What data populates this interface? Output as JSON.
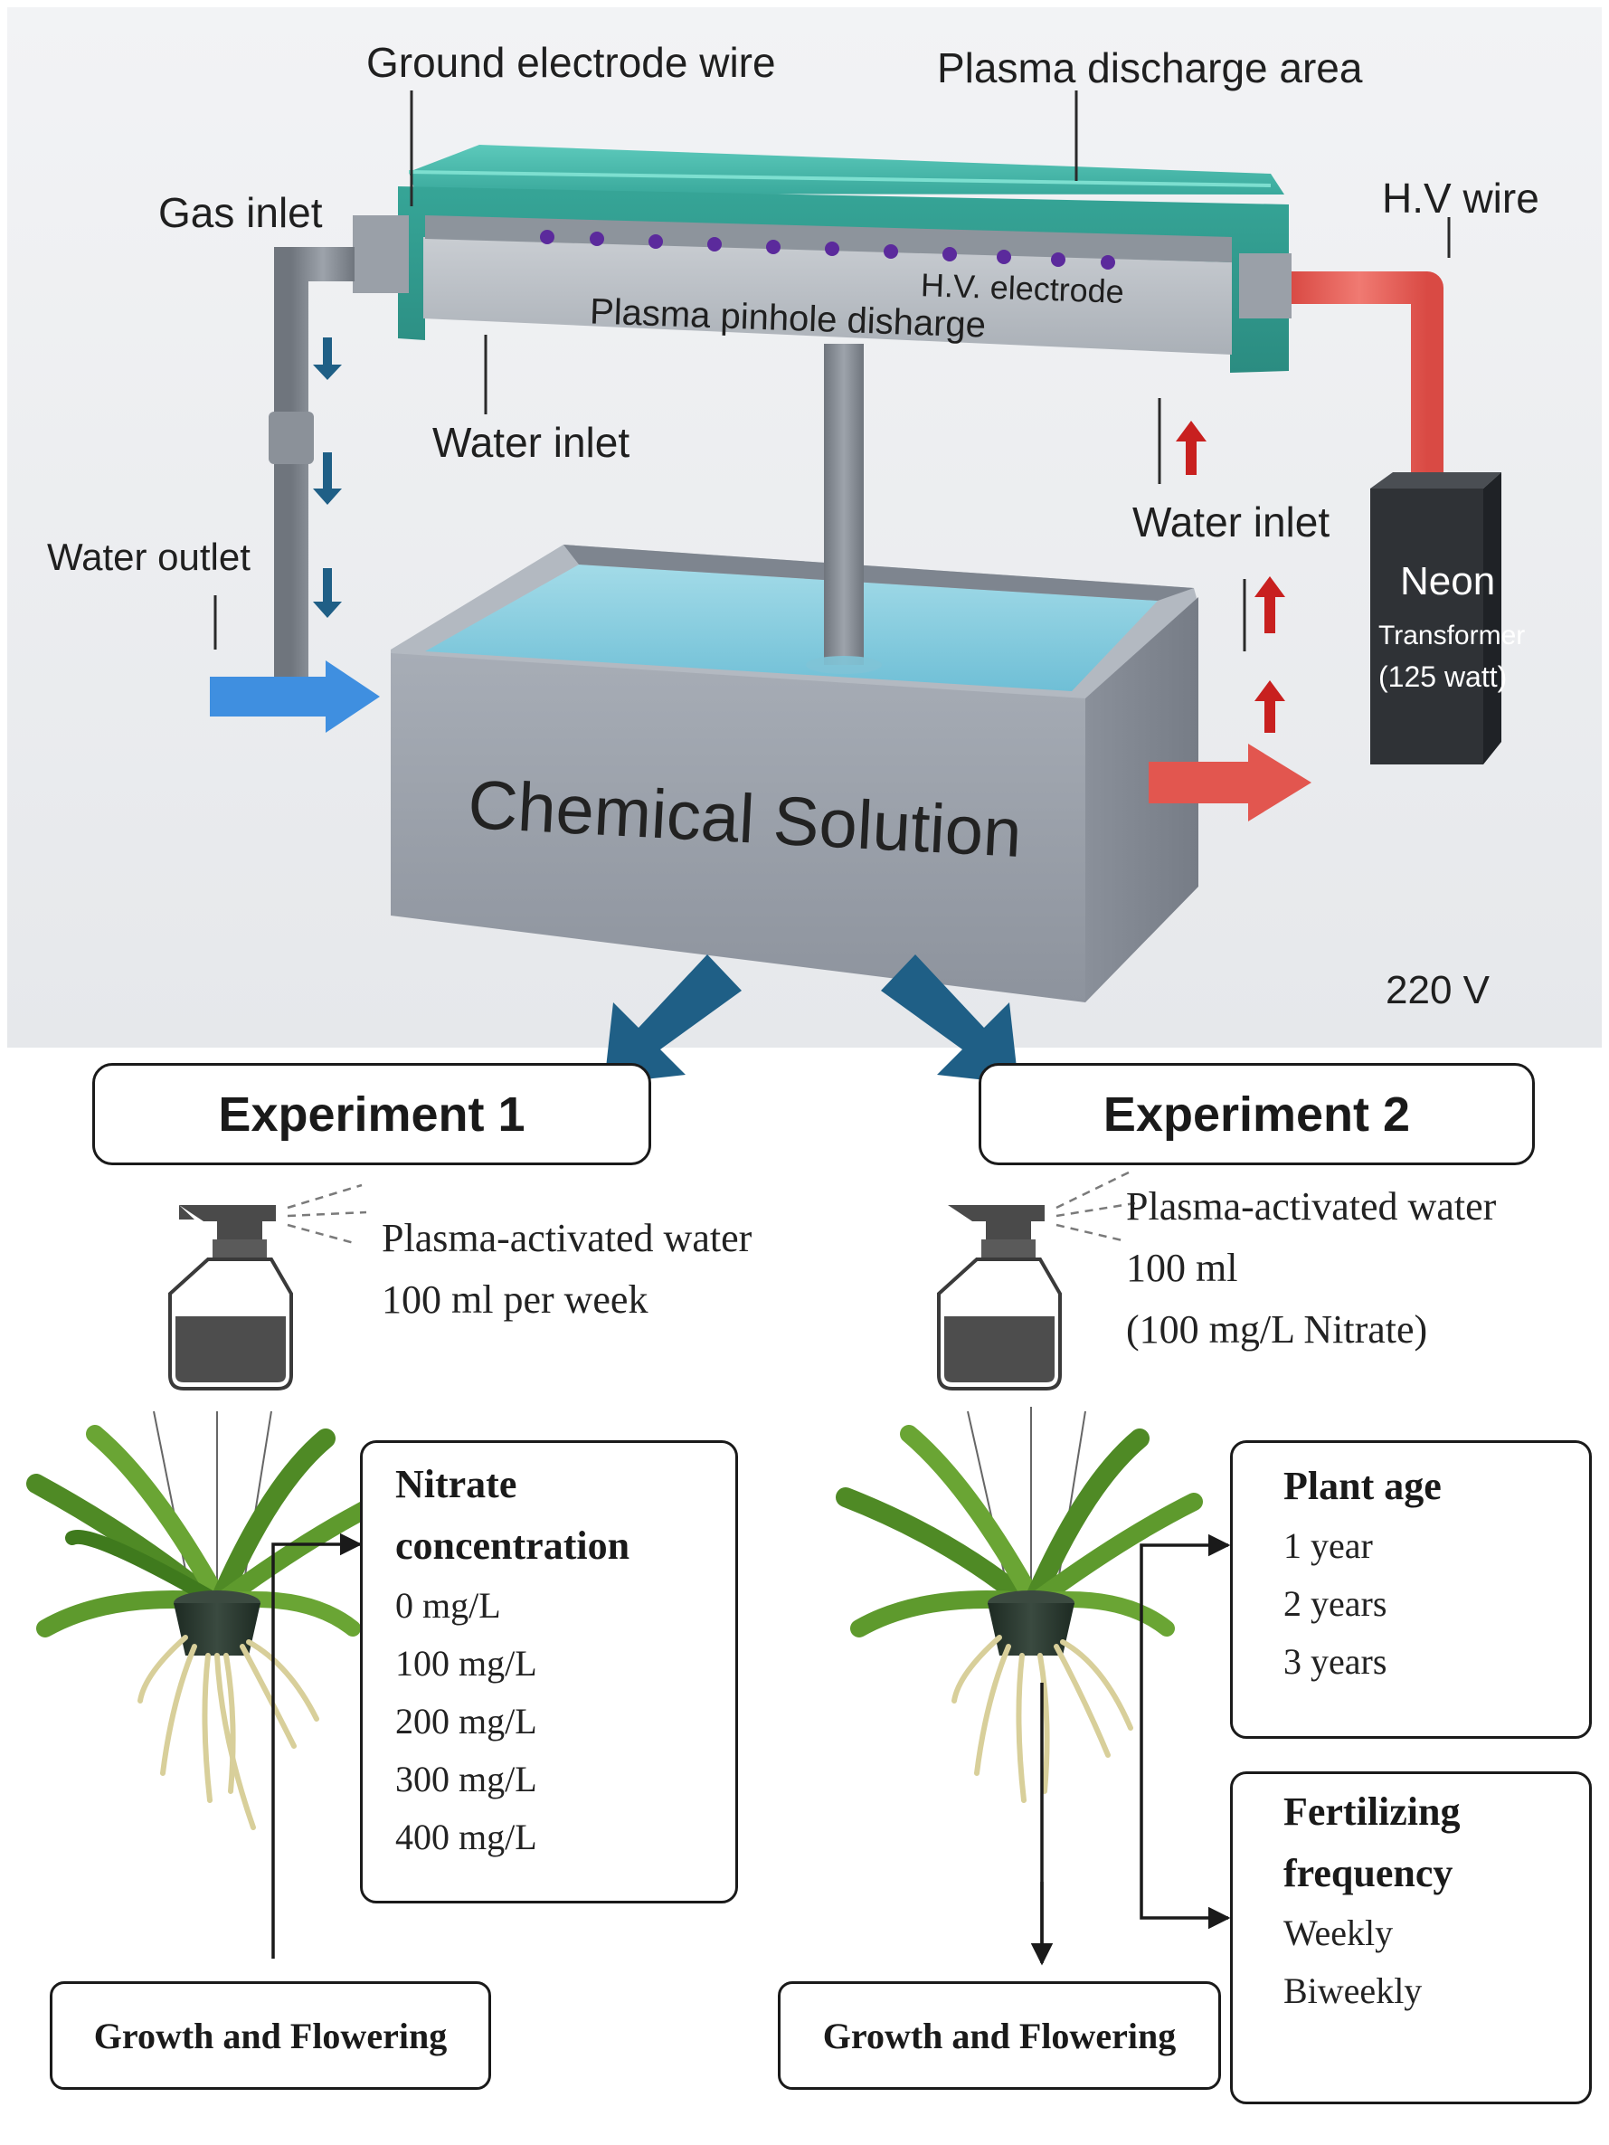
{
  "apparatus": {
    "labels": {
      "ground_electrode_wire": "Ground electrode wire",
      "plasma_discharge_area": "Plasma discharge area",
      "gas_inlet": "Gas inlet",
      "hv_wire": "H.V wire",
      "hv_electrode": "H.V. electrode",
      "plasma_pinhole": "Plasma pinhole disharge",
      "water_inlet_left": "Water inlet",
      "water_inlet_right": "Water inlet",
      "water_outlet": "Water outlet",
      "neon": "Neon",
      "transformer": "Transformer",
      "watt": "(125 watt)",
      "tank_label": "Chemical Solution",
      "voltage": "220 V"
    }
  },
  "experiment1": {
    "title": "Experiment 1",
    "spray_line1": "Plasma-activated water",
    "spray_line2": "100 ml per week",
    "factor_title_line1": "Nitrate",
    "factor_title_line2": "concentration",
    "levels": [
      "0 mg/L",
      "100 mg/L",
      "200 mg/L",
      "300 mg/L",
      "400 mg/L"
    ],
    "outcome": "Growth and Flowering"
  },
  "experiment2": {
    "title": "Experiment 2",
    "spray_line1": "Plasma-activated water",
    "spray_line2": "100 ml",
    "spray_line3": "(100 mg/L Nitrate)",
    "age_title": "Plant age",
    "age_levels": [
      "1 year",
      "2 years",
      "3 years"
    ],
    "freq_title_line1": "Fertilizing",
    "freq_title_line2": "frequency",
    "freq_levels": [
      "Weekly",
      "Biweekly"
    ],
    "outcome": "Growth and Flowering"
  },
  "colors": {
    "reactor_teal": "#3fb5a8",
    "tank_gray": "#9aa1ab",
    "water_blue": "#8fd0e0",
    "hv_red": "#e2564f",
    "outlet_blue": "#3f8fe0",
    "flow_arrow": "#1f5f86",
    "transformer": "#2f3236"
  }
}
